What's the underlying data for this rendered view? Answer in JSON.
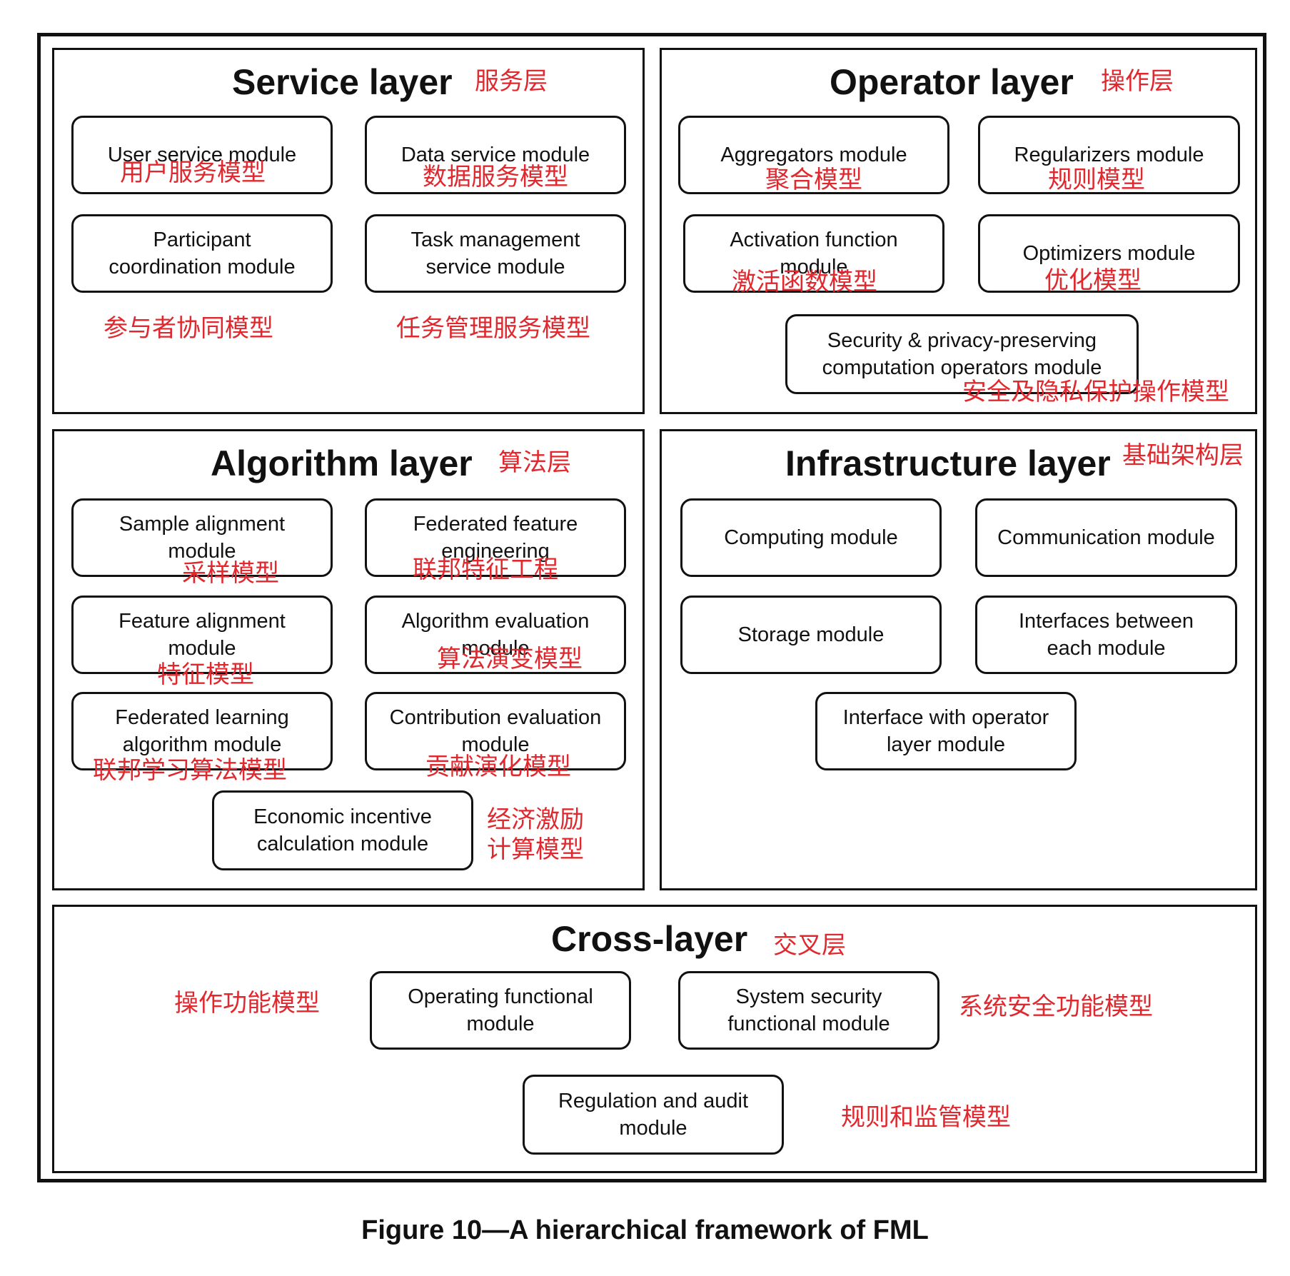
{
  "layers": {
    "service": {
      "title": "Service layer",
      "title_cn": "服务层",
      "modules": [
        {
          "en": "User service module",
          "cn": "用户服务模型"
        },
        {
          "en": "Data service module",
          "cn": "数据服务模型"
        },
        {
          "en": "Participant\ncoordination module",
          "cn": "参与者协同模型"
        },
        {
          "en": "Task management\nservice module",
          "cn": "任务管理服务模型"
        }
      ]
    },
    "operator": {
      "title": "Operator layer",
      "title_cn": "操作层",
      "modules": [
        {
          "en": "Aggregators module",
          "cn": "聚合模型"
        },
        {
          "en": "Regularizers module",
          "cn": "规则模型"
        },
        {
          "en": "Activation function\nmodule",
          "cn": "激活函数模型"
        },
        {
          "en": "Optimizers module",
          "cn": "优化模型"
        },
        {
          "en": "Security & privacy-preserving\ncomputation operators module",
          "cn": "安全及隐私保护操作模型"
        }
      ]
    },
    "algorithm": {
      "title": "Algorithm layer",
      "title_cn": "算法层",
      "modules": [
        {
          "en": "Sample alignment\nmodule",
          "cn": "采样模型"
        },
        {
          "en": "Federated feature\nengineering",
          "cn": "联邦特征工程"
        },
        {
          "en": "Feature alignment\nmodule",
          "cn": "特征模型"
        },
        {
          "en": "Algorithm evaluation\nmodule",
          "cn": "算法演变模型"
        },
        {
          "en": "Federated learning\nalgorithm module",
          "cn": "联邦学习算法模型"
        },
        {
          "en": "Contribution evaluation\nmodule",
          "cn": "贡献演化模型"
        },
        {
          "en": "Economic incentive\ncalculation module",
          "cn": "经济激励\n计算模型"
        }
      ]
    },
    "infrastructure": {
      "title": "Infrastructure layer",
      "title_cn": "基础架构层",
      "modules": [
        {
          "en": "Computing module"
        },
        {
          "en": "Communication module"
        },
        {
          "en": "Storage module"
        },
        {
          "en": "Interfaces between\neach module"
        },
        {
          "en": "Interface with operator\nlayer module"
        }
      ]
    },
    "cross": {
      "title": "Cross-layer",
      "title_cn": "交叉层",
      "modules": [
        {
          "en": "Operating functional\nmodule",
          "cn": "操作功能模型"
        },
        {
          "en": "System security\nfunctional module",
          "cn": "系统安全功能模型"
        },
        {
          "en": "Regulation and audit\nmodule",
          "cn": "规则和监管模型"
        }
      ]
    }
  },
  "caption": "Figure 10—A hierarchical framework of FML"
}
